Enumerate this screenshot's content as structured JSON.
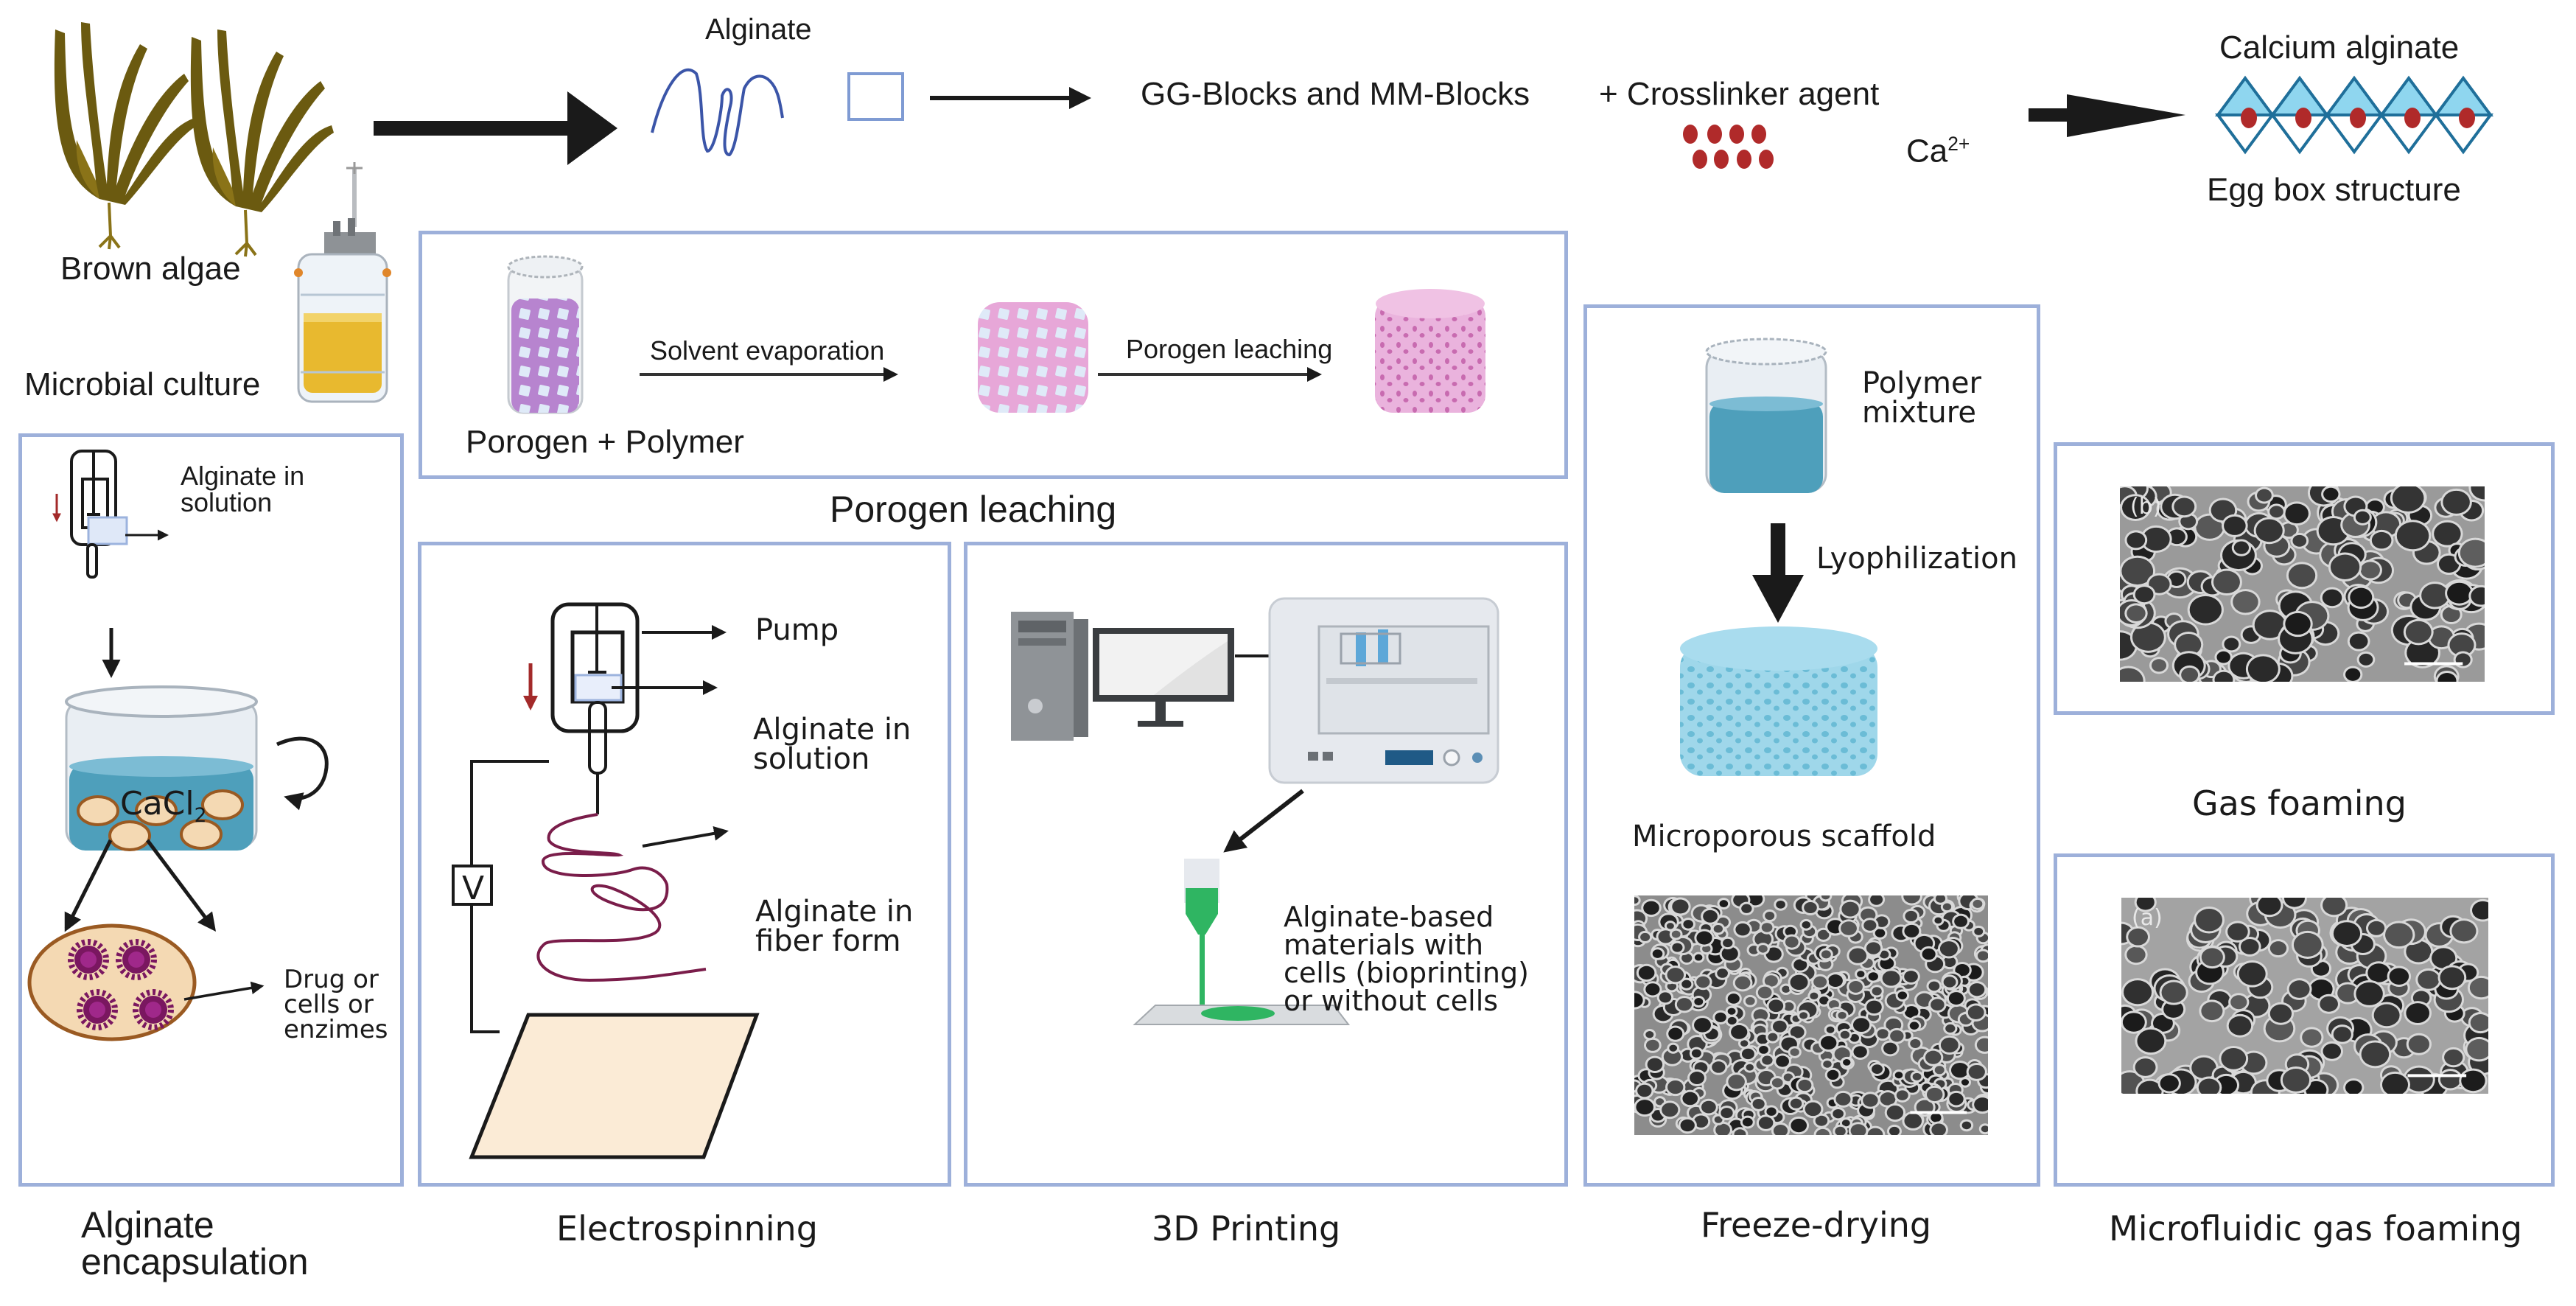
{
  "figure": {
    "colors": {
      "panel_border": "#9db0da",
      "arrow": "#1a1a1a",
      "calcium": "#b02a2a",
      "alginate_chain": "#3b55a8",
      "seaweed": "#6b5a10",
      "cacl2_solution": "#4e9fbb",
      "bead": "#f4d9b3",
      "bead_edge": "#9a5a22",
      "payload": "#a0288a",
      "fiber": "#7a1d4a",
      "collector": "#fbebd6",
      "bioink": "#2fb562",
      "porogen_polymer": "#c58fd6",
      "porous_scaffold": "#e8a8d8",
      "lyophilized_scaffold": "#8fd0e4",
      "egg_box": "#8fd6ef"
    },
    "top_row": {
      "source_1": "Brown algae",
      "source_2": "Microbial culture",
      "alginate_label": "Alginate",
      "blocks_label": "GG-Blocks and MM-Blocks",
      "crosslinker_label": "+ Crosslinker agent",
      "ion_label": "Ca",
      "ion_charge": "2+",
      "product_label": "Calcium alginate",
      "structure_label": "Egg box structure"
    },
    "panels": {
      "porogen": {
        "title": "Porogen leaching",
        "start_label": "Porogen + Polymer",
        "step_1": "Solvent evaporation",
        "step_2": "Porogen leaching"
      },
      "encapsulation": {
        "title": "Alginate\nencapsulation",
        "syringe_label": "Alginate in\nsolution",
        "bath_label": "CaCl",
        "bath_subscript": "2",
        "payload_label": "Drug or\ncells or\nenzimes"
      },
      "electrospinning": {
        "title": "Electrospinning",
        "pump_label": "Pump",
        "solution_label": "Alginate in\nsolution",
        "voltage_label": "V",
        "fiber_label": "Alginate in\nfiber form"
      },
      "printing": {
        "title": "3D Printing",
        "output_label": "Alginate-based\nmaterials with\ncells (bioprinting)\nor without cells"
      },
      "freeze_drying": {
        "title": "Freeze-drying",
        "input_label": "Polymer\nmixture",
        "step_label": "Lyophilization",
        "output_label": "Microporous scaffold"
      },
      "gas_foaming": {
        "title": "Gas foaming",
        "image_tag": "(b)"
      },
      "microfluidic": {
        "title": "Microfluidic gas foaming",
        "image_tag": "(a)"
      }
    }
  }
}
